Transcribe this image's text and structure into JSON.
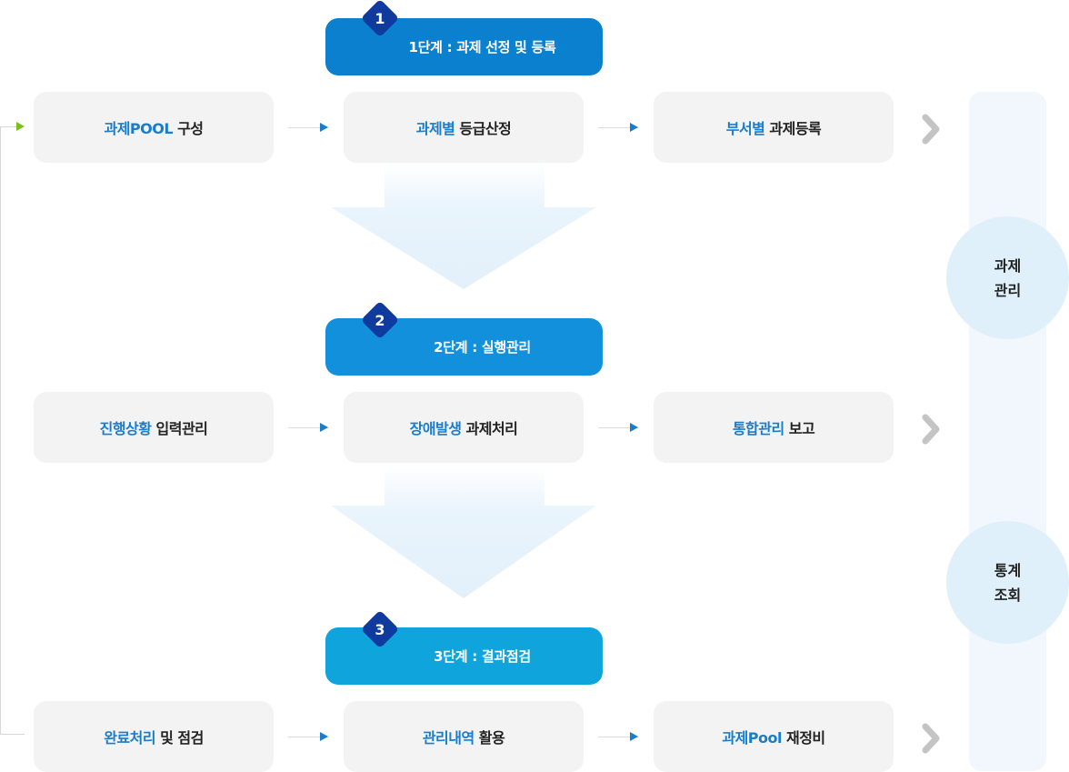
{
  "stages": [
    {
      "num": "1",
      "label": "1단계 : 과제 선정 및 등록",
      "color": "#0a80cf",
      "badge_color": "#0f3b9e"
    },
    {
      "num": "2",
      "label": "2단계 : 실행관리",
      "color": "#1290dc",
      "badge_color": "#0f3b9e"
    },
    {
      "num": "3",
      "label": "3단계 : 결과점검",
      "color": "#0fa5dc",
      "badge_color": "#0f3b9e"
    }
  ],
  "rows": [
    [
      {
        "hl": "과제POOL",
        "rest": "구성"
      },
      {
        "hl": "과제별",
        "rest": "등급산정"
      },
      {
        "hl": "부서별",
        "rest": "과제등록"
      }
    ],
    [
      {
        "hl": "진행상황",
        "rest": "입력관리"
      },
      {
        "hl": "장애발생",
        "rest": "과제처리"
      },
      {
        "hl": "통합관리",
        "rest": "보고"
      }
    ],
    [
      {
        "hl": "완료처리",
        "rest": "및 점검"
      },
      {
        "hl": "관리내역",
        "rest": "활용"
      },
      {
        "hl": "과제Pool",
        "rest": "재정비"
      }
    ]
  ],
  "side": {
    "circle1": "과제\n관리",
    "circle2": "통계\n조회"
  },
  "colors": {
    "highlight": "#1a7dcc",
    "loop_arrow": "#7bbf1e",
    "chevron": "#c4c4c4",
    "flow_arrow": "#e6f2fb"
  }
}
